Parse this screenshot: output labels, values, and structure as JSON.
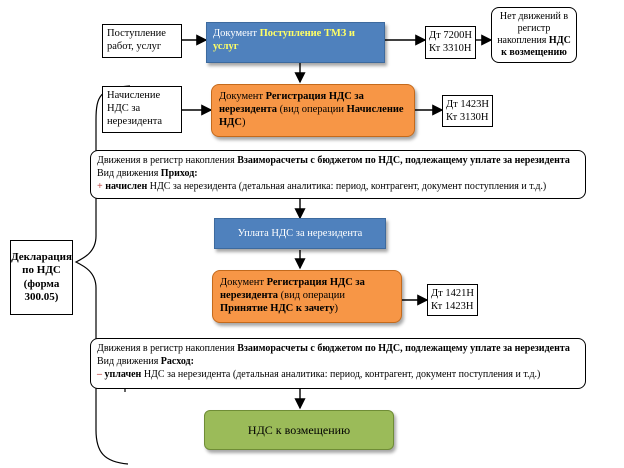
{
  "nodes": {
    "receipt": "Поступление работ, услуг",
    "doc1_prefix": "Документ ",
    "doc1_name": "Поступление ТМЗ и услуг",
    "entry1_dt": "Дт 7200Н",
    "entry1_kt": "Кт 3310Н",
    "no_movement_pre": "Нет движений в регистр накопления ",
    "no_movement_bold": "НДС к возмещению",
    "accrual": "Начисление НДС за нерезидента",
    "doc2_prefix": "Документ ",
    "doc2_name": "Регистрация НДС за нерезидента",
    "doc2_op_pre": " (вид операции ",
    "doc2_op": "Начисление НДС",
    "doc2_op_post": ")",
    "entry2_dt": "Дт 1423Н",
    "entry2_kt": "Кт 3130Н",
    "reg1_line1_pre": "Движения в регистр накопления ",
    "reg1_line1_bold": "Взаиморасчеты с бюджетом по НДС, подлежащему уплате за нерезидента",
    "reg1_line2_pre": "Вид движения ",
    "reg1_line2_bold": "Приход:",
    "reg1_sign": "+",
    "reg1_line3_bold": "начислен",
    "reg1_line3_rest": " НДС за нерезидента (детальная аналитика: период, контрагент, документ поступления и т.д.)",
    "payment": "Уплата НДС за нерезидента",
    "doc3_prefix": "Документ ",
    "doc3_name": "Регистрация НДС за нерезидента",
    "doc3_op_pre": " (вид операции ",
    "doc3_op": "Принятие НДС к зачету",
    "doc3_op_post": ")",
    "entry3_dt": "Дт 1421Н",
    "entry3_kt": "Кт 1423Н",
    "reg2_line1_pre": "Движения в регистр накопления ",
    "reg2_line1_bold": "Взаиморасчеты с бюджетом по НДС, подлежащему уплате за нерезидента",
    "reg2_line2_pre": "Вид движения ",
    "reg2_line2_bold": "Расход:",
    "reg2_sign": "–",
    "reg2_line3_bold": "уплачен",
    "reg2_line3_rest": " НДС за нерезидента (детальная аналитика: период, контрагент, документ поступления и т.д.)",
    "vat_refund": "НДС к возмещению",
    "declaration": "Декларация по НДС (форма 300.05)"
  },
  "colors": {
    "blue": "#4f81bd",
    "orange": "#f79646",
    "green": "#9bbb59",
    "highlight": "#ffff66",
    "sign_plus": "#c0504d"
  }
}
